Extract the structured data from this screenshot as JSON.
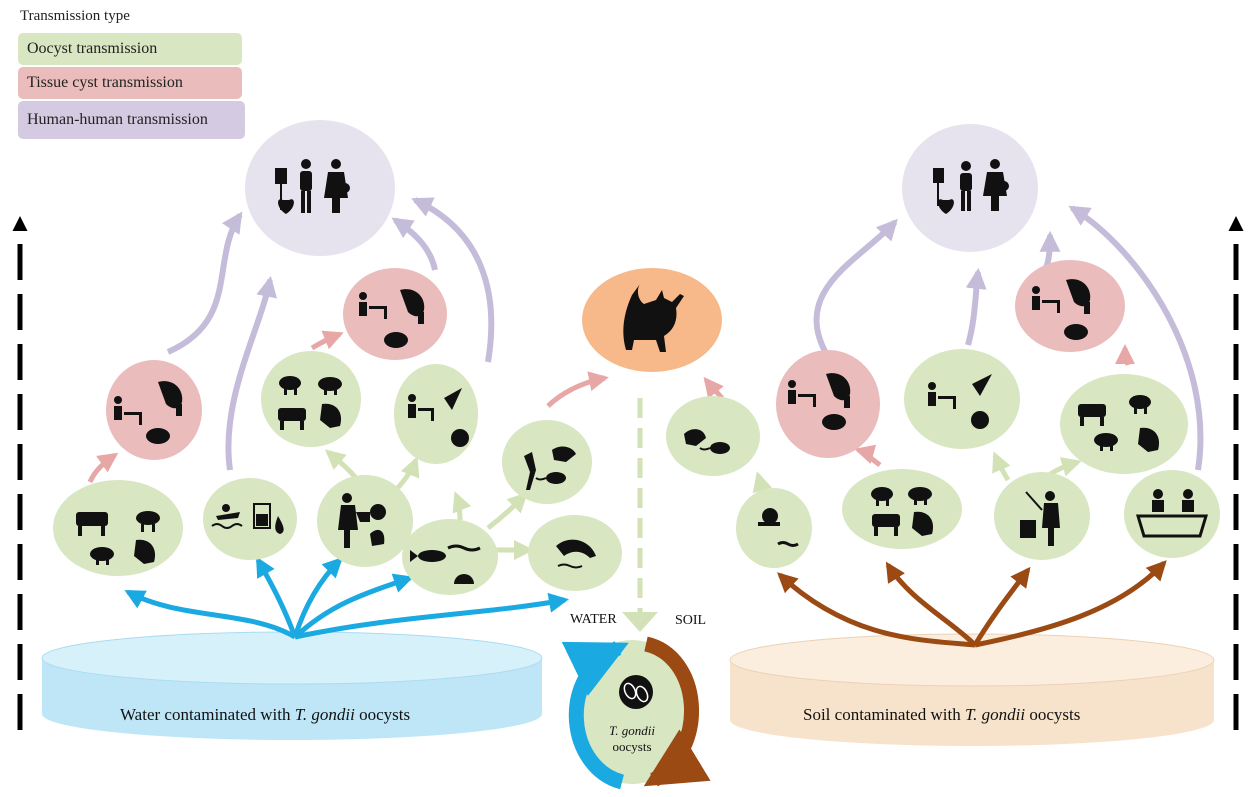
{
  "legend": {
    "title": "Transmission type",
    "items": [
      {
        "label": "Oocyst transmission",
        "color": "#d8e6c2"
      },
      {
        "label": "Tissue cyst transmission",
        "color": "#ebbcbc"
      },
      {
        "label": "Human-human transmission",
        "color": "#d4cbe2"
      }
    ]
  },
  "reservoirs": {
    "water": {
      "text_before": "Water contaminated with ",
      "organism": "T. gondii",
      "text_after": " oocysts",
      "color": "#bfe6f7"
    },
    "soil": {
      "text_before": "Soil contaminated with ",
      "organism": "T. gondii",
      "text_after": " oocysts",
      "color": "#f7e3cc"
    }
  },
  "center": {
    "water_label": "WATER",
    "soil_label": "SOIL",
    "organism": "T. gondii",
    "oocysts_label": "oocysts"
  },
  "colors": {
    "water_arrow": "#1aa9e0",
    "soil_arrow": "#9a4a12",
    "oocyst_node": "#d8e6c2",
    "tissue_node": "#ebbcbc",
    "human_node": "#e6e3ee",
    "cat_node": "#f7b98a",
    "human_arrow": "#c4bcd9",
    "tissue_arrow": "#e8a7a7",
    "oocyst_arrow": "#d3e2b6"
  },
  "icons": {
    "humans": [
      "iv-drip-icon",
      "man-icon",
      "pregnant-woman-icon",
      "organ-transplant-icon"
    ],
    "cat": "cat-icon",
    "livestock": [
      "cow-icon",
      "sheep-icon",
      "pig-icon",
      "chicken-icon"
    ],
    "water_uses": [
      "swimmer-icon",
      "drinking-water-icon"
    ],
    "produce": [
      "gardener-icon",
      "vegetable-icon"
    ],
    "aquatic": [
      "fish-icon",
      "eel-icon",
      "shellfish-icon",
      "dolphin-icon"
    ],
    "wild": [
      "bird-icon",
      "rodent-icon",
      "heron-icon"
    ],
    "meat": [
      "diner-icon",
      "ham-icon",
      "steak-icon"
    ],
    "soil_contact": [
      "snail-icon",
      "worm-icon",
      "farmer-icon",
      "sandbox-children-icon"
    ]
  }
}
